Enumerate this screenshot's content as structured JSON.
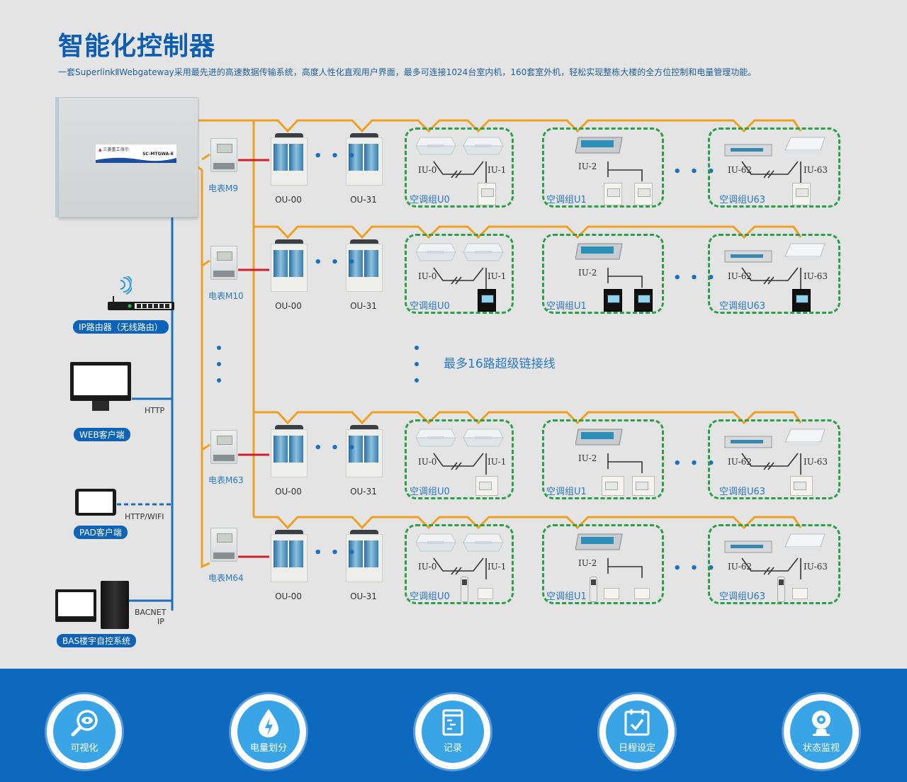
{
  "header": {
    "title": "智能化控制器",
    "description": "一套SuperlinkⅡWebgateway采用最先进的高速数据传输系统，高度人性化直观用户界面，最多可连接1024台室内机，160套室外机，轻松实现整栋大楼的全方位控制和电量管理功能。"
  },
  "gateway": {
    "brand": "三菱重工海尔",
    "model": "SC-MTGWA-E"
  },
  "colors": {
    "title_blue": "#0d5db0",
    "superlink_orange": "#f0a020",
    "network_blue": "#1a6fbf",
    "meter_red": "#d0202a",
    "group_green": "#2aa048",
    "footer_blue": "#0d69bd",
    "feature_circle": "#3aa5e6"
  },
  "clients": [
    {
      "label": "IP路由器（无线路由）",
      "icon": "wifi-router-icon",
      "protocol": ""
    },
    {
      "label": "WEB客户端",
      "icon": "monitor-icon",
      "protocol": "HTTP"
    },
    {
      "label": "PAD客户端",
      "icon": "tablet-icon",
      "protocol": "HTTP/WIFI"
    },
    {
      "label": "BAS楼宇自控系统",
      "icon": "server-icon",
      "protocol_line1": "BACNET",
      "protocol_line2": "IP"
    }
  ],
  "rows": [
    {
      "meter": "电表M9",
      "ou_first": "OU-00",
      "ou_last": "OU-31",
      "controller": "white-wall-controller"
    },
    {
      "meter": "电表M10",
      "ou_first": "OU-00",
      "ou_last": "OU-31",
      "controller": "black-touch-controller"
    },
    {
      "meter": "电表M63",
      "ou_first": "OU-00",
      "ou_last": "OU-31",
      "controller": "wired-remote-controller"
    },
    {
      "meter": "电表M64",
      "ou_first": "OU-00",
      "ou_last": "OU-31",
      "controller": "wireless-remote-controller"
    }
  ],
  "groups": {
    "g0": {
      "label": "空调组U0",
      "iu_a": "IU-0",
      "iu_b": "IU-1"
    },
    "g1": {
      "label": "空调组U1",
      "iu_a": "IU-2"
    },
    "g63": {
      "label": "空调组U63",
      "iu_a": "IU-62",
      "iu_b": "IU-63"
    }
  },
  "ellipsis": "• • •",
  "max_links": "最多16路超级链接线",
  "features": [
    {
      "label": "可视化",
      "icon": "magnifier-eye-icon"
    },
    {
      "label": "电量划分",
      "icon": "energy-drop-icon"
    },
    {
      "label": "记录",
      "icon": "log-record-icon"
    },
    {
      "label": "日程设定",
      "icon": "calendar-check-icon"
    },
    {
      "label": "状态监视",
      "icon": "webcam-icon"
    }
  ]
}
